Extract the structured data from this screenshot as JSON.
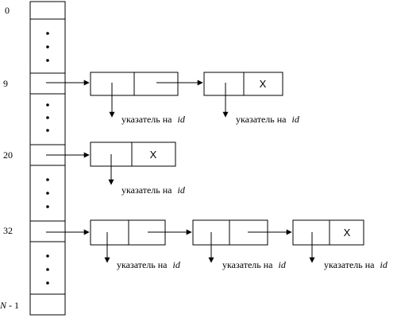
{
  "table": {
    "index_labels": [
      "0",
      "9",
      "20",
      "32"
    ],
    "last_index": {
      "var": "N",
      "suffix": " - 1"
    }
  },
  "chains": [
    {
      "index": "9",
      "node_count": 2,
      "terminator": "X"
    },
    {
      "index": "20",
      "node_count": 1,
      "terminator": "X"
    },
    {
      "index": "32",
      "node_count": 3,
      "terminator": "X"
    }
  ],
  "pointer_label": {
    "text": "указатель на",
    "var": "id"
  },
  "colors": {
    "stroke": "#000000",
    "background": "#ffffff"
  }
}
